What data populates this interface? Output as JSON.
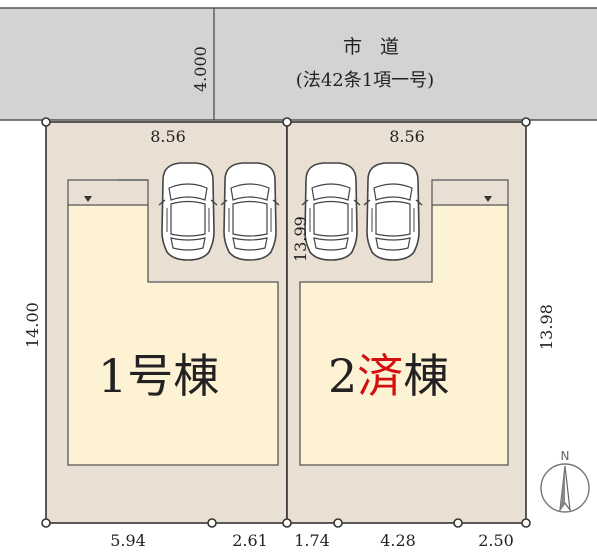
{
  "road": {
    "title": "市 道",
    "subtitle": "(法42条1項一号)",
    "width_label": "4.000"
  },
  "lots": [
    {
      "building_prefix": "1",
      "building_mark": "号",
      "building_suffix": "棟",
      "frontage_label": "8.56",
      "side_label": "14.00",
      "bottom_left_label": "5.94",
      "bottom_right_label": "2.61"
    },
    {
      "building_prefix": "2",
      "building_mark": "済",
      "building_suffix": "棟",
      "frontage_label": "8.56",
      "side_label": "13.98",
      "bottom_left_label": "1.74",
      "bottom_mid_label": "4.28",
      "bottom_right_label": "2.50"
    }
  ],
  "middle_boundary_label": "13.99",
  "north_label": "N",
  "colors": {
    "road": "#d3d3d3",
    "lot": "#eadfd3",
    "building": "#fdf2d3",
    "stamp": "#d21010",
    "line": "#333333"
  },
  "icons": [
    "car-icon",
    "car-icon",
    "car-icon",
    "car-icon",
    "north-arrow-icon",
    "survey-point-icon"
  ]
}
